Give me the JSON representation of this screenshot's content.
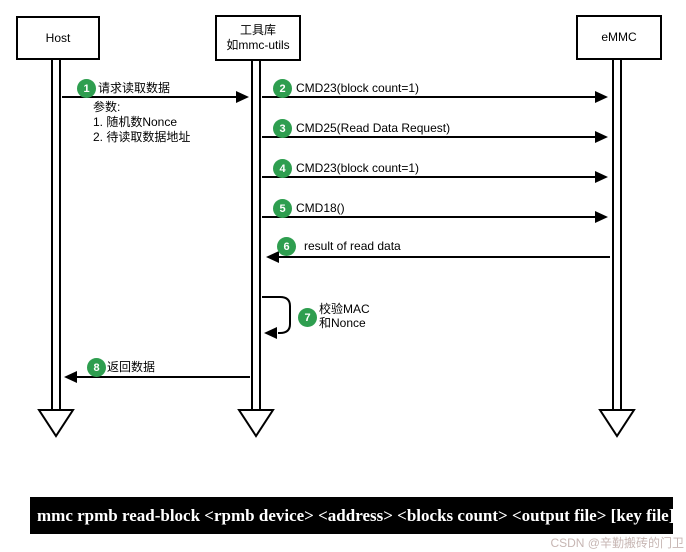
{
  "colors": {
    "step_badge": "#2e9e4f",
    "line": "#000000",
    "command_bar_bg": "#000000",
    "command_bar_text": "#ffffff",
    "watermark": "#c7b6b3"
  },
  "diagram": {
    "actors": [
      {
        "label": "Host"
      },
      {
        "label": "工具库",
        "label2": "如mmc-utils"
      },
      {
        "label": "eMMC"
      }
    ],
    "messages": [
      {
        "num": "1",
        "label": "请求读取数据",
        "from": "Host",
        "to": "工具库",
        "note": [
          "参数:",
          "1. 随机数Nonce",
          "2. 待读取数据地址"
        ]
      },
      {
        "num": "2",
        "label": "CMD23(block count=1)",
        "from": "工具库",
        "to": "eMMC"
      },
      {
        "num": "3",
        "label": "CMD25(Read Data Request)",
        "from": "工具库",
        "to": "eMMC"
      },
      {
        "num": "4",
        "label": "CMD23(block count=1)",
        "from": "工具库",
        "to": "eMMC"
      },
      {
        "num": "5",
        "label": "CMD18()",
        "from": "工具库",
        "to": "eMMC"
      },
      {
        "num": "6",
        "label": "result of read data",
        "from": "eMMC",
        "to": "工具库"
      },
      {
        "num": "7",
        "label": "校验MAC",
        "label2": "和Nonce",
        "from": "工具库",
        "to": "工具库"
      },
      {
        "num": "8",
        "label": "返回数据",
        "from": "工具库",
        "to": "Host"
      }
    ],
    "command_bar": {
      "text": "mmc rpmb read-block <rpmb device> <address> <blocks count> <output file> [key file]"
    },
    "watermark": "CSDN @辛勤搬砖的门卫"
  }
}
